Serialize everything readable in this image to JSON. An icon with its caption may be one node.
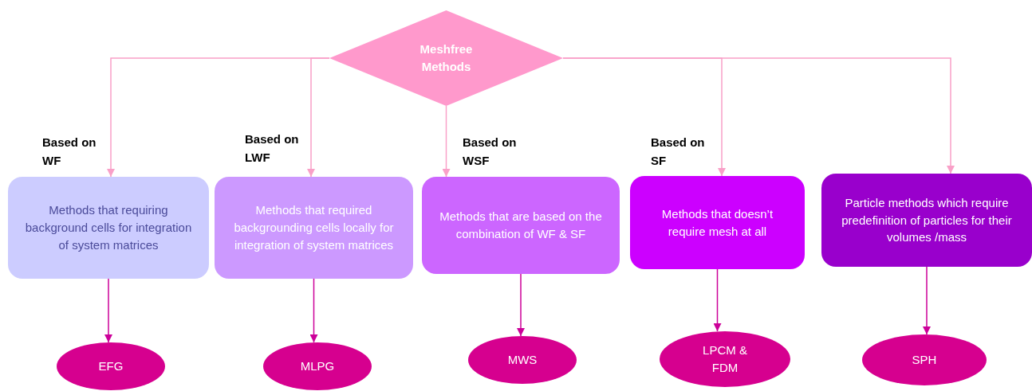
{
  "diagram": {
    "nodes": [
      {
        "text": [
          "Meshfree Methods"
        ]
      },
      {
        "text": [
          "Methods that requiring background cells for integration of system matrices"
        ],
        "beside": [
          "Based on WF"
        ]
      },
      {
        "text": [
          "Methods that required backgrounding cells locally for integration of system matrices"
        ],
        "beside": [
          "Based on LWF"
        ]
      },
      {
        "text": [
          "Methods that are based on the combination of WF & SF"
        ],
        "beside": [
          "Based on WSF"
        ]
      },
      {
        "text": [
          "Methods that doesn’t require mesh at all"
        ],
        "beside": [
          "Based on SF"
        ]
      },
      {
        "text": [
          "Particle methods which require predefinition of particles for their volumes /mass"
        ]
      },
      {
        "text": [
          "EFG"
        ]
      },
      {
        "text": [
          "MLPG"
        ]
      },
      {
        "text": [
          "MWS"
        ]
      },
      {
        "text": [
          "LPCM & FDM"
        ]
      },
      {
        "text": [
          "SPH"
        ]
      }
    ],
    "edges": [
      {
        "from": 0,
        "to": 1,
        "arrow": "to"
      },
      {
        "from": 0,
        "to": 2,
        "arrow": "to"
      },
      {
        "from": 0,
        "to": 3,
        "arrow": "to"
      },
      {
        "from": 0,
        "to": 4,
        "arrow": "to"
      },
      {
        "from": 0,
        "to": 5,
        "arrow": "to"
      },
      {
        "from": 1,
        "to": 6,
        "arrow": "to",
        "color": "#cc0099"
      },
      {
        "from": 2,
        "to": 7,
        "arrow": "to",
        "color": "#cc0099"
      },
      {
        "from": 3,
        "to": 8,
        "arrow": "to",
        "color": "#cc0099"
      },
      {
        "from": 4,
        "to": 9,
        "arrow": "to",
        "color": "#cc0099"
      },
      {
        "from": 5,
        "to": 10,
        "arrow": "to",
        "color": "#cc0099"
      }
    ]
  }
}
